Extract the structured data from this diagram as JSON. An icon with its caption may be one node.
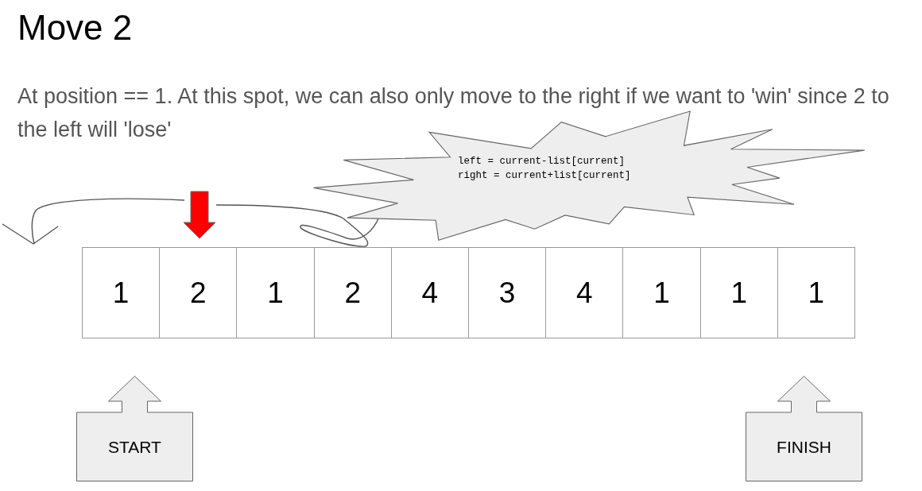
{
  "diagram": {
    "title": "Move 2",
    "nodes": [
      {
        "text": [
          "1"
        ]
      },
      {
        "text": [
          "2"
        ]
      },
      {
        "text": [
          "1"
        ]
      },
      {
        "text": [
          "2"
        ]
      },
      {
        "text": [
          "4"
        ]
      },
      {
        "text": [
          "3"
        ]
      },
      {
        "text": [
          "4"
        ]
      },
      {
        "text": [
          "1"
        ]
      },
      {
        "text": [
          "1"
        ]
      },
      {
        "text": [
          "1"
        ]
      },
      {
        "text": [
          "left = current-list[current]",
          "right = current+list[current]"
        ]
      },
      {
        "text": [
          "START"
        ]
      },
      {
        "text": [
          "FINISH"
        ]
      }
    ],
    "labels": [
      "At position == 1. At this spot, we can also only move to the right if we want to 'win' since 2 to the left will 'lose'"
    ]
  }
}
